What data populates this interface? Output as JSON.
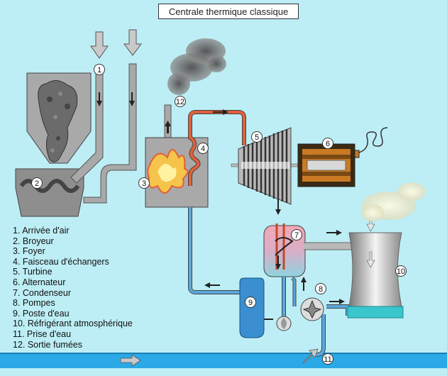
{
  "title": "Centrale thermique classique",
  "legend": [
    "1. Arrivée d'air",
    "2. Broyeur",
    "3. Foyer",
    "4. Faisceau d'échangers",
    "5. Turbine",
    "6. Alternateur",
    "7. Condenseur",
    "8. Pompes",
    "9. Poste d'eau",
    "10. Réfrigérant atmosphérique",
    "11. Prise d'eau",
    "12. Sortie fumées"
  ],
  "markers": [
    "1",
    "2",
    "3",
    "4",
    "5",
    "6",
    "7",
    "8",
    "9",
    "10",
    "11",
    "12"
  ],
  "colors": {
    "background": "#bdeef5",
    "gray_structure": "#a9a9a9",
    "hot_steam": "#e2603a",
    "cold_water": "#5aa8dc",
    "river": "#2aa9e6",
    "tower_water": "#39c6cc"
  }
}
